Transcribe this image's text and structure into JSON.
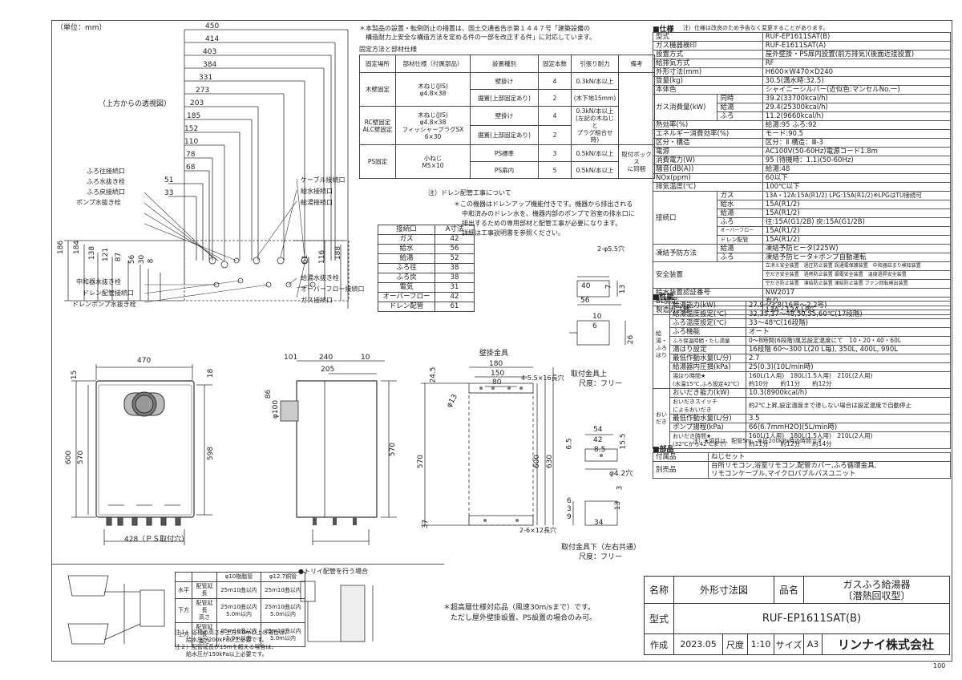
{
  "unit_label": "（単位：mm）",
  "top_view_label": "（上方からの透視図）",
  "page_number": "100",
  "notes": {
    "install_note_1": "＊本製品の設置・転倒防止の措置は、国土交通省告示第１４４７号「建築設備の",
    "install_note_2": "構造耐力上安全な構造方法を定める件の一部を改正する件」に対応しています。",
    "fix_title": "固定方法と部材仕様",
    "drain_title": "注）ドレン配管工事について",
    "drain_1": "＊この機器はドレンアップ機能付きです。機器から排出される",
    "drain_2": "中和済みのドレン水を、機器内部のポンプで浴室の排水口に",
    "drain_3": "排出するための専用部材と配管工事が必要になります。",
    "drain_4": "詳細は工事説明書を参照ください。",
    "wind_1": "＊超高層仕様対応品（風速30m/sまで）です。",
    "wind_2": "ただし屋外壁掛設置、PS設置の場合のみ可。",
    "trap_title": "●トリイ配管を行う場合",
    "pipe_note_1": "注１）浴槽の高さが上方5.0m以上の場合は、",
    "pipe_note_2": "給水圧が200kPa以上必要です。",
    "pipe_note_3": "注２）配管延長が15mを超える場合は、",
    "pipe_note_4": "給水圧が150kPa以上必要です。"
  },
  "fix_table": {
    "headers": [
      "固定場所",
      "部材仕様（付属部品）",
      "設置種別",
      "固定本数",
      "引張り耐力",
      "備考"
    ],
    "rows": [
      [
        "木壁固定",
        "木ねじ(JIS)\nφ4.8×38",
        "壁掛け",
        "4",
        "0.3kN/本以上",
        ""
      ],
      [
        "",
        "",
        "据置(上部固定あり)",
        "2",
        "(木下地15mm)",
        ""
      ],
      [
        "RC壁固定\nALC壁固定",
        "木ねじ(JIS)\nφ4.8×38\nフィッシャープラグSX\n6×30",
        "壁掛け",
        "4",
        "0.3kN/本以上\n(左記の木ねじと\nプラグ組合せ時)",
        ""
      ],
      [
        "",
        "",
        "据置(上部固定あり)",
        "2",
        "",
        ""
      ],
      [
        "PS固定",
        "小ねじ\nM5×10",
        "PS標準",
        "3",
        "0.5kN/本以上",
        "取付ボックス\nに同梱"
      ],
      [
        "",
        "",
        "PS扉内",
        "5",
        "0.5kN/本以上",
        ""
      ]
    ]
  },
  "conn_table": {
    "headers": [
      "接続口",
      "A寸法"
    ],
    "rows": [
      [
        "ガス",
        "42"
      ],
      [
        "給水",
        "56"
      ],
      [
        "給湯",
        "52"
      ],
      [
        "ふろ往",
        "38"
      ],
      [
        "ふろ戻",
        "38"
      ],
      [
        "電気",
        "31"
      ],
      [
        "オーバーフロー",
        "42"
      ],
      [
        "ドレン配管",
        "61"
      ]
    ]
  },
  "pipe_table": {
    "headers": [
      "",
      "",
      "φ10樹脂管",
      "φ12.7銅管"
    ],
    "rows": [
      [
        "水平",
        "配管延長",
        "25m10曲以内",
        "25m10曲以内"
      ],
      [
        "下方",
        "配管延長\n高さ",
        "25m10曲以内\n5.0m以内",
        "25m10曲以内\n5.0m以内"
      ],
      [
        "上方",
        "配管延長\n高さ",
        "25m10曲以内\n5.0m以内",
        "25m10曲以内\n5.0m以内"
      ]
    ]
  },
  "top_dims": [
    "450",
    "414",
    "403",
    "384",
    "331",
    "273",
    "203",
    "185",
    "152",
    "110",
    "78",
    "68",
    "51",
    "33"
  ],
  "side_dims_left": [
    "186",
    "184",
    "138",
    "121",
    "87",
    "56",
    "30",
    "8"
  ],
  "side_dims_right": [
    "61",
    "116",
    "188"
  ],
  "top_labels_left": [
    "ふろ往接続口",
    "ふろ水抜き栓",
    "ふろ戻接続口",
    "ポンプ水抜き栓",
    "中和器水抜き栓",
    "ドレン配管接続口",
    "ドレンポンプ水抜き栓"
  ],
  "top_labels_right": [
    "ケーブル接続口",
    "給水接続口",
    "給湯接続口",
    "給湯水抜き栓",
    "オーバーフロー接続口",
    "ガス接続口"
  ],
  "front_dims": {
    "w": "470",
    "h1": "600",
    "h2": "570",
    "h3": "598",
    "top": "15",
    "right": "18",
    "bottom": "428（ＰＳ取付穴）"
  },
  "side_dims": {
    "d1": "101",
    "d2": "240",
    "d3": "10",
    "d4": "205",
    "dia": "φ100",
    "a": "86",
    "h": "570"
  },
  "bracket": {
    "title": "壁掛金具",
    "w1": "180",
    "w2": "150",
    "w3": "80",
    "holes": "4-5.5×16長穴",
    "dia": "φ13",
    "v1": "24.5",
    "v2": "570",
    "v3": "600",
    "v4": "630",
    "v5": "37",
    "holes2": "2-6×12長穴",
    "upper_label": "取付金具上",
    "upper_scale": "尺度：フリー",
    "lower_label": "取付金具下（左右共通）",
    "lower_scale": "尺度：フリー",
    "up_holes": "2-φ5.5穴",
    "up_a": "40",
    "up_b": "56",
    "up_c": "13",
    "up_d": "7",
    "up_e": "6",
    "up_f": "10",
    "up_g": "26",
    "lo_a": "54",
    "lo_b": "42",
    "lo_c": "8.5",
    "lo_d": "6.5",
    "lo_e": "15.5",
    "lo_f": "φ4.2穴",
    "lo_g": "3",
    "lo_h": "34",
    "lo_i": "6",
    "lo_j": "3",
    "lo_k": "9",
    "lo_l": "13"
  },
  "spec": {
    "title": "■仕様",
    "title_note": "注）仕様は改良のため予告なく変更することがあります。",
    "rows": [
      [
        "型式",
        "RUF-EP1611SAT(B)"
      ],
      [
        "ガス機器検印",
        "RUF-E1611SAT(A)"
      ],
      [
        "設置方式",
        "屋外壁掛・PS扉内設置(前方排気)(後面近接設置)"
      ],
      [
        "給排気方式",
        "RF"
      ],
      [
        "外形寸法(mm)",
        "H600×W470×D240"
      ],
      [
        "質量(kg)",
        "30.5(満水時:32.5)"
      ],
      [
        "本体色",
        "シャイニーシルバー(近似色:マンセルNo.一)"
      ]
    ],
    "gas_label": "ガス消費量(kW)",
    "gas_rows": [
      [
        "同時",
        "39.2(33700kcal/h)"
      ],
      [
        "給湯",
        "29.4(25300kcal/h)"
      ],
      [
        "ふろ",
        "11.2(9660kcal/h)"
      ]
    ],
    "rows2": [
      [
        "熱効率(%)",
        "給湯:95 ふろ:92"
      ],
      [
        "エネルギー消費効率(%)",
        "モード:90.5"
      ],
      [
        "区分・構造",
        "区分：Ⅱ 構造：Ⅲ-3"
      ],
      [
        "電源",
        "AC100V(50-60Hz)電源コード1.8m"
      ],
      [
        "消費電力(W)",
        "95 (待機時：1.1)(50-60Hz)"
      ],
      [
        "騒音(dB(A))",
        "給湯:48"
      ],
      [
        "NOx(ppm)",
        "60以下"
      ],
      [
        "排気温度(℃)",
        "100℃以下"
      ]
    ],
    "conn_label": "接続口",
    "conn_rows": [
      [
        "ガス",
        "13A・12A:15A(R1/2) LPG:15A(R1/2)※LPGはTU接続可"
      ],
      [
        "給水",
        "15A(R1/2)"
      ],
      [
        "給湯",
        "15A(R1/2)"
      ],
      [
        "ふろ",
        "往:15A(G1/2B) 戻:15A(G1/2B)"
      ],
      [
        "オーバーフロー",
        "15A(R1/2)"
      ],
      [
        "ドレン配管",
        "15A(R1/2)"
      ]
    ],
    "freeze_label": "凍結予防方法",
    "freeze_rows": [
      [
        "給湯",
        "凍結予防ヒータ(225W)"
      ],
      [
        "ふろ",
        "凍結予防ヒータ+ポンプ自動運転"
      ]
    ],
    "safety_label": "安全装置",
    "safety_lines": [
      "立消え安全装置　過圧防止装置 誤通電保護装置　中和器詰まり検知装置",
      "空だき安全装置　過熱防止装置 漏電安全装置　温度過昇安全装置",
      "空だき防止装置　凍結防止装置 凍結防止装置 ファン回転検出装置"
    ],
    "rows3": [
      [
        "給水装置認証番号",
        "NW2017"
      ],
      [
        "BL認定",
        "有り"
      ],
      [
        "製造ガス種",
        "13A・12A,LPG"
      ]
    ],
    "perf_title": "■性能",
    "perf_side1": "給湯・ふろはり",
    "perf_rows": [
      [
        "給湯能力(kW)",
        "27.9～3.8(16号～2.2号)"
      ],
      [
        "給湯温度設定(℃)",
        "32,35,37～48,50,55,60℃(17段階)"
      ],
      [
        "ふろ温度設定(℃)",
        "33～48℃(16段階)"
      ],
      [
        "ふろ機能",
        "オート"
      ],
      [
        "ふろ保温時間・たし湯量",
        "0～8時間(6段階)風呂設定温度にて　10・20・40・60L"
      ],
      [
        "湯はり設定",
        "16段階 60～300 L(20 L毎), 350L, 400L, 990L"
      ],
      [
        "最低作動水量(L/分)",
        "2.7"
      ],
      [
        "給湯器内圧損(kPa)",
        "25(0.3)(10L/min時)"
      ],
      [
        "湯はり時間★\n(水温15℃,ふろ設定42℃)",
        "160L(1人用)　180L(1.5人用)　210L(2人用)\n約10分　　約11分　　約12分"
      ]
    ],
    "perf_side2": "おいだき",
    "perf_rows2": [
      [
        "おいだき能力(kW)",
        "10.3(8900kcal/h)"
      ],
      [
        "おいだきスイッチ\nによるおいだき",
        "約2℃上昇,設定温度まで達しない場合は設定温度で自動停止"
      ],
      [
        "最低作動水量(L/分)",
        "3.5"
      ],
      [
        "ポンプ揚程(kPa)",
        "66(6.7mmH2O)(5L/min時)"
      ],
      [
        "おいだき時間★\n(32℃から42℃まで)",
        "160L(1人用)　180L(1.5人用)　210L(2人用)\n約11分　　約12分　　約14分"
      ]
    ],
    "perf_note": "注）★項目は、配管5m、水圧200kPa時の時間です",
    "parts_title": "■部品",
    "parts_rows": [
      [
        "付属品",
        "ねじセット"
      ],
      [
        "別売品",
        "台所リモコン,浴室リモコン,配管カバー,ふろ循環金具,\nリモコンケーブル,マイクロバブルバスユニット"
      ]
    ]
  },
  "title_block": {
    "name_label": "名称",
    "name_value": "外形寸法図",
    "product_label": "品名",
    "product_value_1": "ガスふろ給湯器",
    "product_value_2": "〔潜熱回収型〕",
    "model_label": "型式",
    "model_value": "RUF-EP1611SAT(B)",
    "made_label": "作成",
    "made_value": "2023.05",
    "scale_label": "尺度",
    "scale_value": "1:10",
    "size_label": "サイズ",
    "size_value": "A3",
    "company": "リンナイ株式会社"
  }
}
